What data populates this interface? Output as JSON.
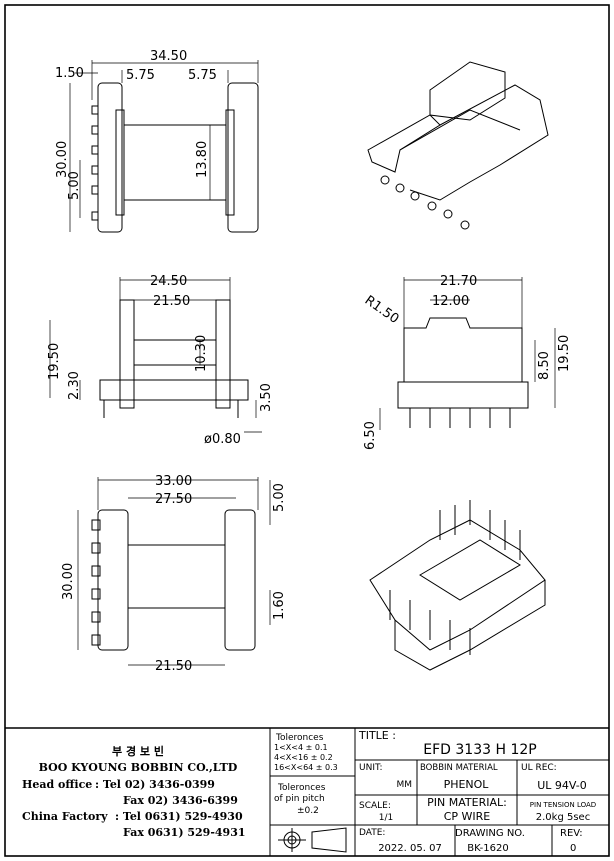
{
  "drawing": {
    "top_view": {
      "overall_width": "34.50",
      "flange_offset": "1.50",
      "left_gap": "5.75",
      "right_gap": "5.75",
      "height": "30.00",
      "pin_pitch": "5.00",
      "core_width": "13.80"
    },
    "side_view": {
      "width": "24.50",
      "inner_width": "21.50",
      "height": "19.50",
      "base_height": "2.30",
      "core_height": "10.30",
      "pin_length": "3.50",
      "pin_diameter": "ø0.80"
    },
    "front_view": {
      "width": "21.70",
      "radius": "R1.50",
      "slot_width": "12.00",
      "height": "19.50",
      "upper_height": "8.50",
      "pin_length": "6.50"
    },
    "bottom_view": {
      "width": "33.00",
      "inner_width": "27.50",
      "top_offset": "5.00",
      "height": "30.00",
      "pin_spacing": "1.60",
      "core_width": "21.50"
    }
  },
  "title_block": {
    "company_korean": "부 경 보 빈",
    "company_name": "BOO KYOUNG BOBBIN CO.,LTD",
    "head_office_label": "Head office",
    "head_office_tel": ": Tel  02) 3436-0399",
    "head_office_fax": "Fax  02) 3436-6399",
    "china_factory_label": "China Factory",
    "china_factory_tel": ": Tel 0631) 529-4930",
    "china_factory_fax": "Fax 0631) 529-4931",
    "tolerances_title": "Toleronces",
    "tolerances": [
      "1<X<4    ± 0.1",
      "4<X<16   ± 0.2",
      "16<X<64 ± 0.3"
    ],
    "pin_pitch_title_1": "Toleronces",
    "pin_pitch_title_2": "of pin pitch",
    "pin_pitch_value": "±0.2",
    "title_label": "TITLE :",
    "title_value": "EFD 3133 H 12P",
    "unit_label": "UNIT:",
    "unit_value": "MM",
    "bobbin_material_label": "BOBBIN MATERIAL",
    "bobbin_material_value": "PHENOL",
    "ul_rec_label": "UL REC:",
    "ul_rec_value": "UL 94V-0",
    "scale_label": "SCALE:",
    "scale_value": "1/1",
    "pin_material_label": "PIN MATERIAL:",
    "pin_material_value": "CP WIRE",
    "pin_tension_label": "PIN TENSION LOAD",
    "pin_tension_value": "2.0kg 5sec",
    "date_label": "DATE:",
    "date_value": "2022. 05. 07",
    "drawing_no_label": "DRAWING NO.",
    "drawing_no_value": "BK-1620",
    "rev_label": "REV:",
    "rev_value": "0"
  }
}
